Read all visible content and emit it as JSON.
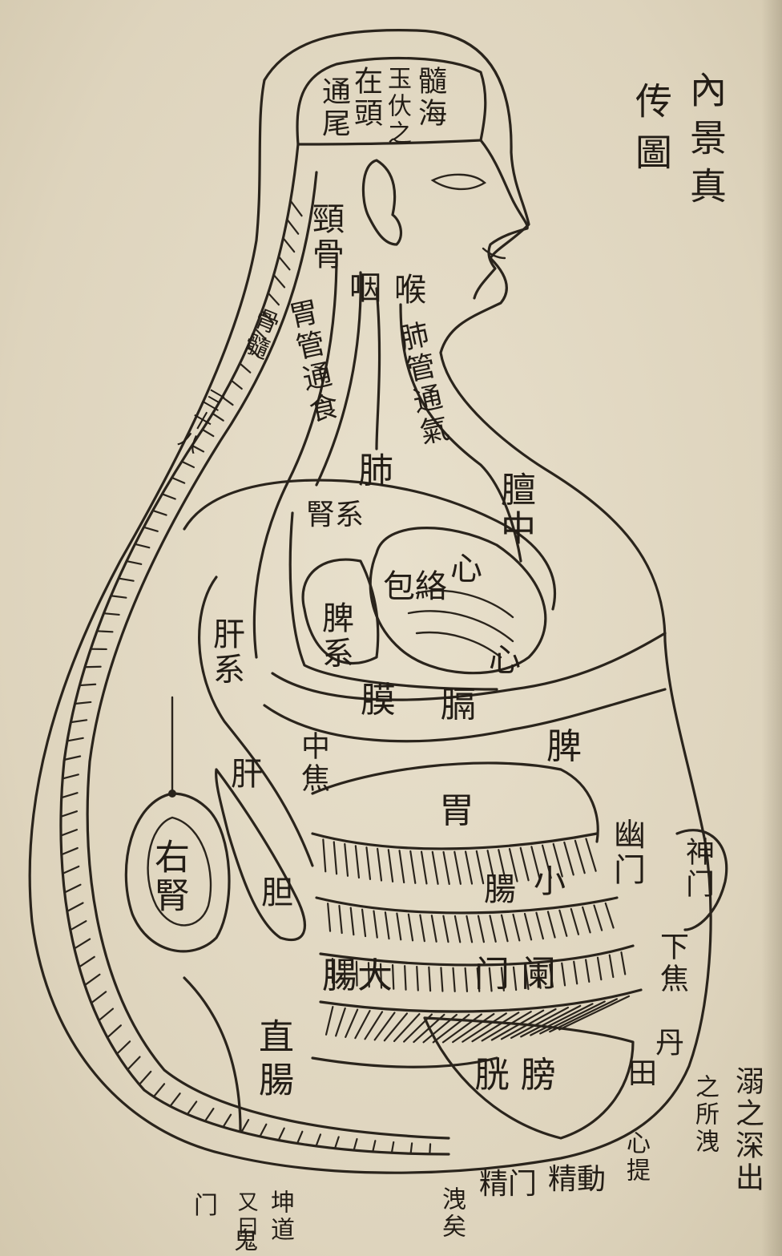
{
  "title_main": "內景真",
  "title_sub": "传圖",
  "labels": {
    "sui_hai": "髓海",
    "yu_zhen_zhi": "玉㐲之",
    "zai_tou": "在頭",
    "tong_wei": "通尾",
    "jing_gu": "頸骨",
    "yan": "咽",
    "hou": "喉",
    "wei_guan": "胃管通食",
    "fei_guan": "肺管通氣",
    "gu_sui": "骨髓",
    "san_shi": "三十八",
    "fei": "肺",
    "shen_xi": "腎系",
    "tan_zhong": "膻中",
    "xin": "心",
    "bao_luo": "包絡",
    "pi_xi": "脾系",
    "xin2": "心",
    "gan_xi": "肝系",
    "mo": "膜",
    "ge": "膈",
    "pi": "脾",
    "zhong_jiao": "中焦",
    "gan": "肝",
    "wei": "胃",
    "you_men": "幽门",
    "shen_men": "神门",
    "you_shen": "右腎",
    "dan": "胆",
    "xiao": "小",
    "chang": "腸",
    "xia_jiao": "下焦",
    "lan_men": "门阑",
    "da_chang": "腸大",
    "dan_tian_1": "丹",
    "dan_tian_2": "田",
    "zhi_chang": "直腸",
    "pang_guang": "胱膀",
    "ni": "溺之深出",
    "zhi_yi": "之所洩",
    "xin_ti": "心提",
    "jing_dong": "精動",
    "jing_men": "精门",
    "xie": "洩矣",
    "kun_dao": "坤道",
    "you_yue": "又曰",
    "gui": "鬼",
    "men": "门"
  }
}
